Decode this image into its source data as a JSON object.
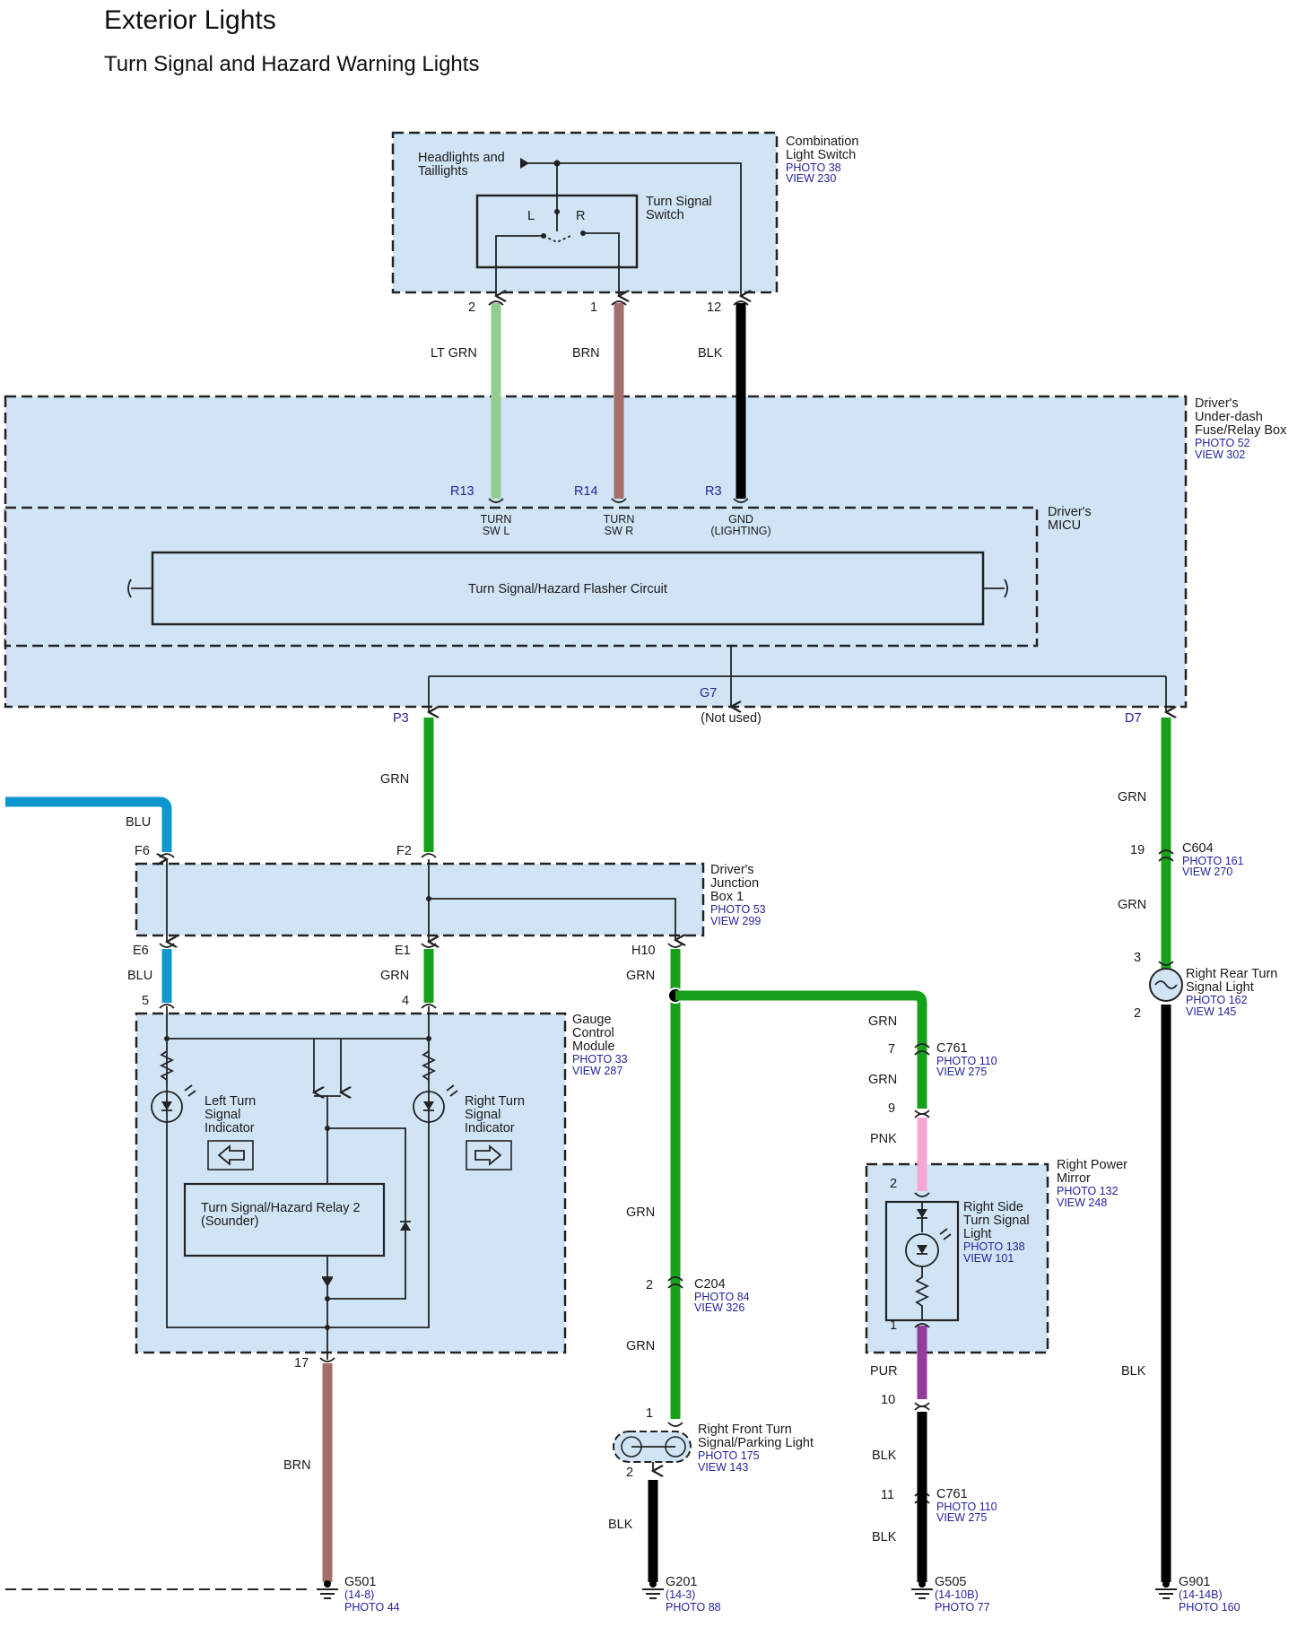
{
  "header": {
    "title": "Exterior Lights",
    "subtitle": "Turn Signal and Hazard Warning Lights"
  },
  "colors": {
    "box_fill": "#d1e4f5",
    "lt_grn": "#92cc92",
    "brn": "#a56e6a",
    "blk": "#000000",
    "grn": "#17a019",
    "blu": "#0d97cf",
    "pnk": "#f7a5d2",
    "pur": "#943b9d",
    "ref_text": "#24249a"
  },
  "combination_switch": {
    "name": [
      "Combination",
      "Light Switch"
    ],
    "refs": [
      "PHOTO 38",
      "VIEW 230"
    ],
    "headlights_label": [
      "Headlights and",
      "Taillights"
    ],
    "turn_switch_label": [
      "Turn Signal",
      "Switch"
    ],
    "pos_l": "L",
    "pos_r": "R",
    "pins": [
      "2",
      "1",
      "12"
    ]
  },
  "wires_top": [
    "LT GRN",
    "BRN",
    "BLK"
  ],
  "underdash_box": {
    "name": [
      "Driver's",
      "Under-dash",
      "Fuse/Relay Box"
    ],
    "refs": [
      "PHOTO 52",
      "VIEW 302"
    ],
    "pins": [
      "R13",
      "R14",
      "R3"
    ],
    "terminals": [
      [
        "TURN",
        "SW L"
      ],
      [
        "TURN",
        "SW R"
      ],
      [
        "GND",
        "(LIGHTING)"
      ]
    ],
    "out_pins": [
      "P3",
      "G7",
      "D7"
    ],
    "not_used": "(Not used)"
  },
  "micu": {
    "name": [
      "Driver's",
      "MICU"
    ],
    "circuit": "Turn Signal/Hazard Flasher Circuit"
  },
  "wires_mid": {
    "p3": "GRN",
    "blu": "BLU",
    "d7": "GRN",
    "c604_lower": "GRN"
  },
  "c604": {
    "name": "C604",
    "pin": "19",
    "refs": [
      "PHOTO 161",
      "VIEW 270"
    ]
  },
  "junction_box": {
    "name": [
      "Driver's",
      "Junction",
      "Box 1"
    ],
    "refs": [
      "PHOTO 53",
      "VIEW 299"
    ],
    "in_pins": [
      "F6",
      "F2"
    ],
    "out_pins": [
      "E6",
      "E1",
      "H10"
    ]
  },
  "wires_jb_out": [
    "BLU",
    "GRN",
    "GRN"
  ],
  "gauge": {
    "name": [
      "Gauge",
      "Control",
      "Module"
    ],
    "refs": [
      "PHOTO 33",
      "VIEW 287"
    ],
    "pins": [
      "5",
      "4",
      "17"
    ],
    "left_label": [
      "Left Turn",
      "Signal",
      "Indicator"
    ],
    "right_label": [
      "Right Turn",
      "Signal",
      "Indicator"
    ],
    "relay": [
      "Turn Signal/Hazard Relay 2",
      "(Sounder)"
    ]
  },
  "rear_light": {
    "name": [
      "Right Rear Turn",
      "Signal Light"
    ],
    "refs": [
      "PHOTO 162",
      "VIEW 145"
    ],
    "pins": [
      "3",
      "2"
    ]
  },
  "c761_upper": {
    "wire_top": "GRN",
    "name": "C761",
    "pin_top": "7",
    "refs": [
      "PHOTO 110",
      "VIEW 275"
    ],
    "wire_mid": "GRN",
    "pin_bottom": "9",
    "wire_bottom": "PNK"
  },
  "mirror": {
    "name": [
      "Right Power",
      "Mirror"
    ],
    "refs": [
      "PHOTO 132",
      "VIEW 248"
    ],
    "pins": [
      "2",
      "1"
    ],
    "light_label": [
      "Right Side",
      "Turn Signal",
      "Light"
    ],
    "light_refs": [
      "PHOTO 138",
      "VIEW 101"
    ]
  },
  "c204": {
    "wire_top": "GRN",
    "name": "C204",
    "pin": "2",
    "refs": [
      "PHOTO 84",
      "VIEW 326"
    ],
    "wire_bottom": "GRN"
  },
  "front_light": {
    "name": [
      "Right Front Turn",
      "Signal/Parking Light"
    ],
    "refs": [
      "PHOTO 175",
      "VIEW 143"
    ],
    "pins": [
      "1",
      "2"
    ]
  },
  "lower_wires": {
    "brn": "BRN",
    "front_blk": "BLK",
    "pur": "PUR",
    "c761_pin_top": "10",
    "blk_mid": "BLK",
    "c761_pin_bottom": "11",
    "blk_low": "BLK",
    "rear_blk": "BLK"
  },
  "c761_lower": {
    "name": "C761",
    "refs": [
      "PHOTO 110",
      "VIEW 275"
    ]
  },
  "grounds": [
    {
      "name": "G501",
      "sub": "(14-8)",
      "ref": "PHOTO 44"
    },
    {
      "name": "G201",
      "sub": "(14-3)",
      "ref": "PHOTO 88"
    },
    {
      "name": "G505",
      "sub": "(14-10B)",
      "ref": "PHOTO 77"
    },
    {
      "name": "G901",
      "sub": "(14-14B)",
      "ref": "PHOTO 160"
    }
  ]
}
